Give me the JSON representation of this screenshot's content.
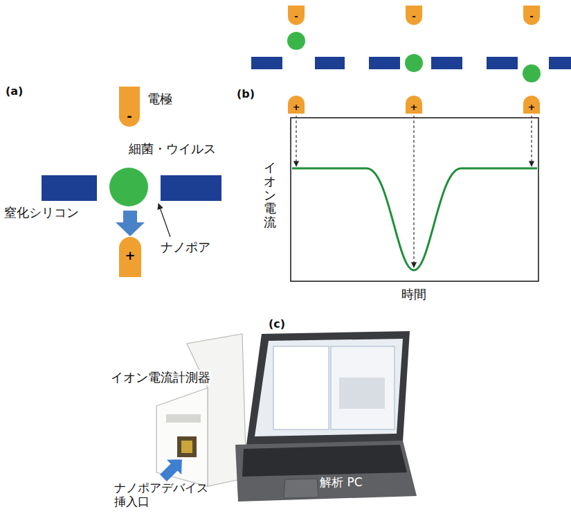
{
  "diagram": {
    "nodes": [
      {
        "text": [
          "-"
        ]
      },
      {
        "text": [
          "+"
        ]
      },
      {
        "text": [
          "-"
        ]
      },
      {
        "text": [
          "-"
        ]
      },
      {
        "text": [
          "-"
        ]
      },
      {
        "text": [
          "+"
        ]
      },
      {
        "text": [
          "+"
        ]
      },
      {
        "text": [
          "+"
        ]
      }
    ],
    "labels": [
      "(a)",
      "電極",
      "細菌・ウイルス",
      "窒化シリコン",
      "ナノポア",
      "(b)",
      "イオン電流",
      "時間",
      "(c)",
      "イオン電流計測器",
      "ナノポアデバイス 挿入口",
      "解析 PC"
    ]
  }
}
